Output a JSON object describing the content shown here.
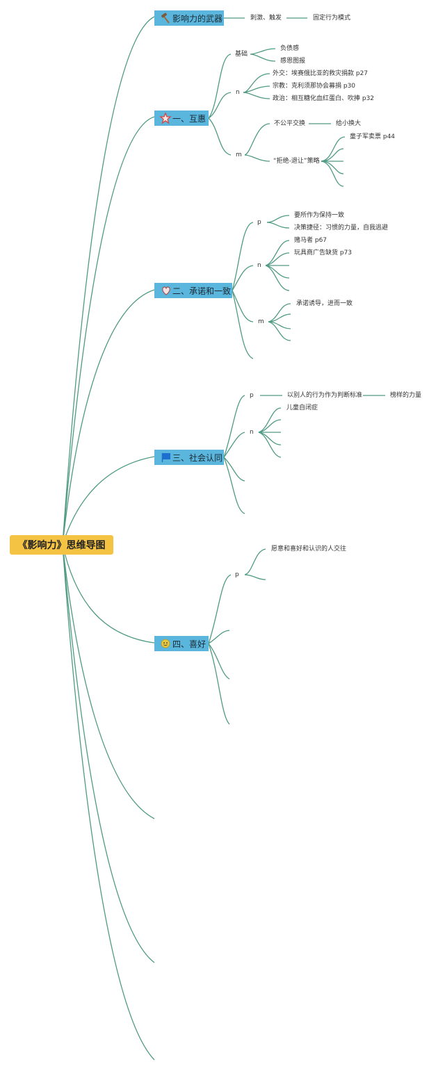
{
  "root": {
    "label": "《影响力》思维导图"
  },
  "topics": {
    "weapons": {
      "label": "影响力的武器",
      "icon": "hammer-icon"
    },
    "reciprocity": {
      "label": "一、互惠",
      "icon": "star-icon"
    },
    "commitment": {
      "label": "二、承诺和一致",
      "icon": "heart-icon"
    },
    "social": {
      "label": "三、社会认同",
      "icon": "flag-icon"
    },
    "liking": {
      "label": "四、喜好",
      "icon": "smiley-icon"
    }
  },
  "nodes": {
    "weapons": {
      "a": "刺激、触发",
      "b": "固定行为模式"
    },
    "reciprocity": {
      "basis": "基础",
      "debt": "负债感",
      "gratitude": "感恩图报",
      "n": "n",
      "diplomacy": "外交：埃赛俄比亚的救灾捐款 p27",
      "religion": "宗教：克利须那协会募捐 p30",
      "politics": "政治：相互糖化血红蛋白、吹捧 p32",
      "m": "m",
      "unfair": "不公平交换",
      "small_big": "给小换大",
      "reject": "“拒绝-退让”策略",
      "scouts": "童子军卖票 p44"
    },
    "commitment": {
      "p": "p",
      "consistent": "要所作为保持一致",
      "shortcut": "决策捷径：习惯的力量，自我逃避",
      "n": "n",
      "gambler": "赌马者 p67",
      "toys": "玩具商广告缺货 p73",
      "m": "m",
      "lure": "承诺诱导，进而一致"
    },
    "social": {
      "p": "p",
      "judge": "以别人的行为作为判断标准",
      "example": "榜样的力量",
      "n": "n",
      "autism": "儿童自闭症"
    },
    "liking": {
      "p": "p",
      "people": "愿意和喜好和认识的人交往"
    }
  }
}
